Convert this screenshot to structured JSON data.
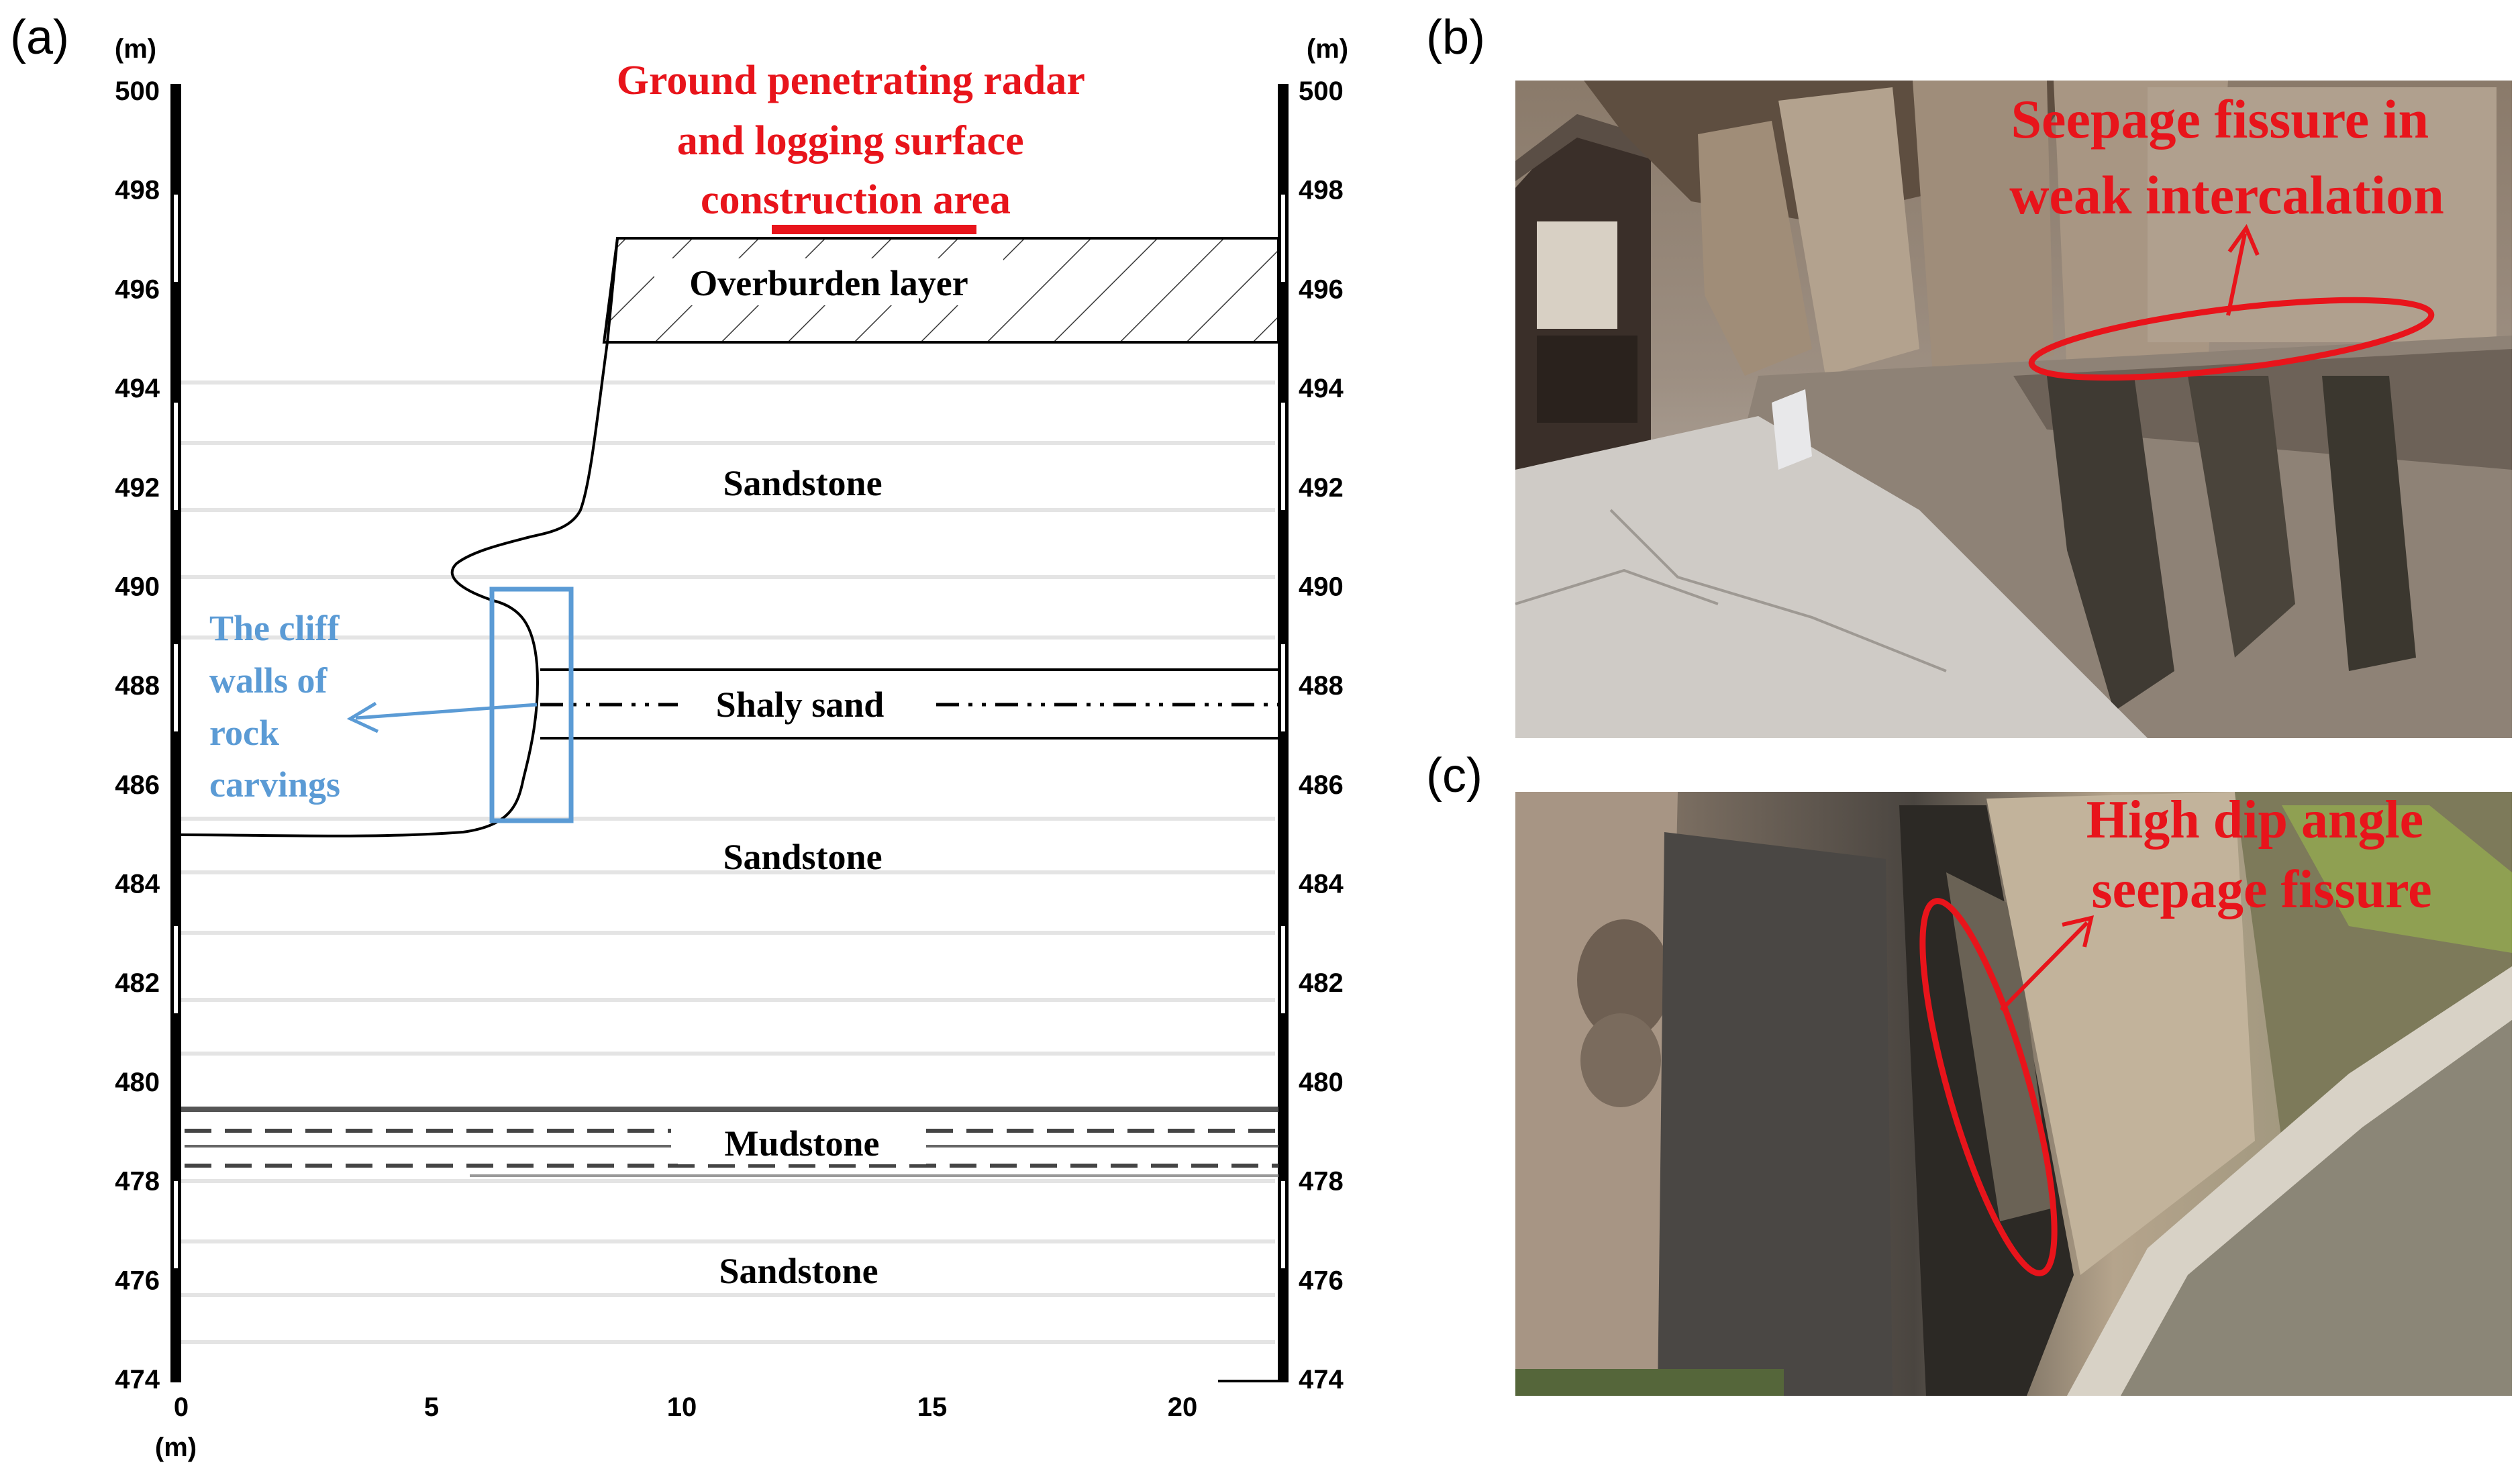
{
  "panels": {
    "a": {
      "label": "(a)",
      "unit": "(m)",
      "axis_unit": "(m)",
      "title_lines": [
        "Ground penetrating radar",
        "and logging surface",
        "construction area"
      ],
      "left_ticks": [
        "500",
        "498",
        "496",
        "494",
        "492",
        "490",
        "488",
        "486",
        "484",
        "482",
        "480",
        "478",
        "476",
        "474"
      ],
      "right_ticks": [
        "500",
        "498",
        "496",
        "494",
        "492",
        "490",
        "488",
        "486",
        "484",
        "482",
        "480",
        "478",
        "476",
        "474"
      ],
      "x_ticks": [
        "0",
        "5",
        "10",
        "15",
        "20"
      ],
      "layers": {
        "overburden": "Overburden layer",
        "sandstone_upper": "Sandstone",
        "shaly_sand": "Shaly sand",
        "sandstone_middle": "Sandstone",
        "mudstone": "Mudstone",
        "sandstone_lower": "Sandstone"
      },
      "cliff_label_lines": [
        "The cliff",
        "walls of",
        "rock",
        "carvings"
      ]
    },
    "b": {
      "label": "(b)",
      "annotation_lines": [
        "Seepage fissure in",
        "weak intercalation"
      ]
    },
    "c": {
      "label": "(c)",
      "annotation_lines": [
        "High dip angle",
        "seepage fissure"
      ]
    }
  },
  "colors": {
    "annotation_red": "#e8141b",
    "cliff_blue": "#5b9bd5",
    "ink": "#000000"
  }
}
